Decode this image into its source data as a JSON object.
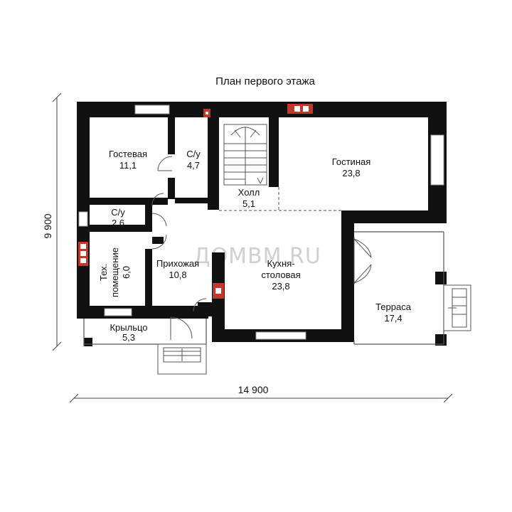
{
  "title": "План первого этажа",
  "dimensions": {
    "width": "14 900",
    "height": "9 900"
  },
  "watermark": "ДОМВМ.RU",
  "rooms": {
    "guest": {
      "name": "Гостевая",
      "area": "11,1"
    },
    "bath1": {
      "name": "С/у",
      "area": "4,7"
    },
    "bath2": {
      "name": "С/у",
      "area": "2,6"
    },
    "hall": {
      "name": "Холл",
      "area": "5,1"
    },
    "living": {
      "name": "Гостиная",
      "area": "23,8"
    },
    "tech": {
      "name1": "Тех.",
      "name2": "помещение",
      "area": "6,0"
    },
    "entry": {
      "name": "Прихожая",
      "area": "10,8"
    },
    "kitchen": {
      "name1": "Кухня-",
      "name2": "столовая",
      "area": "23,8"
    },
    "terrace": {
      "name": "Терраса",
      "area": "17,4"
    },
    "porch": {
      "name": "Крыльцо",
      "area": "5,3"
    }
  },
  "colors": {
    "wall": "#111111",
    "stove": "#c0392b",
    "window": "#ffffff"
  }
}
